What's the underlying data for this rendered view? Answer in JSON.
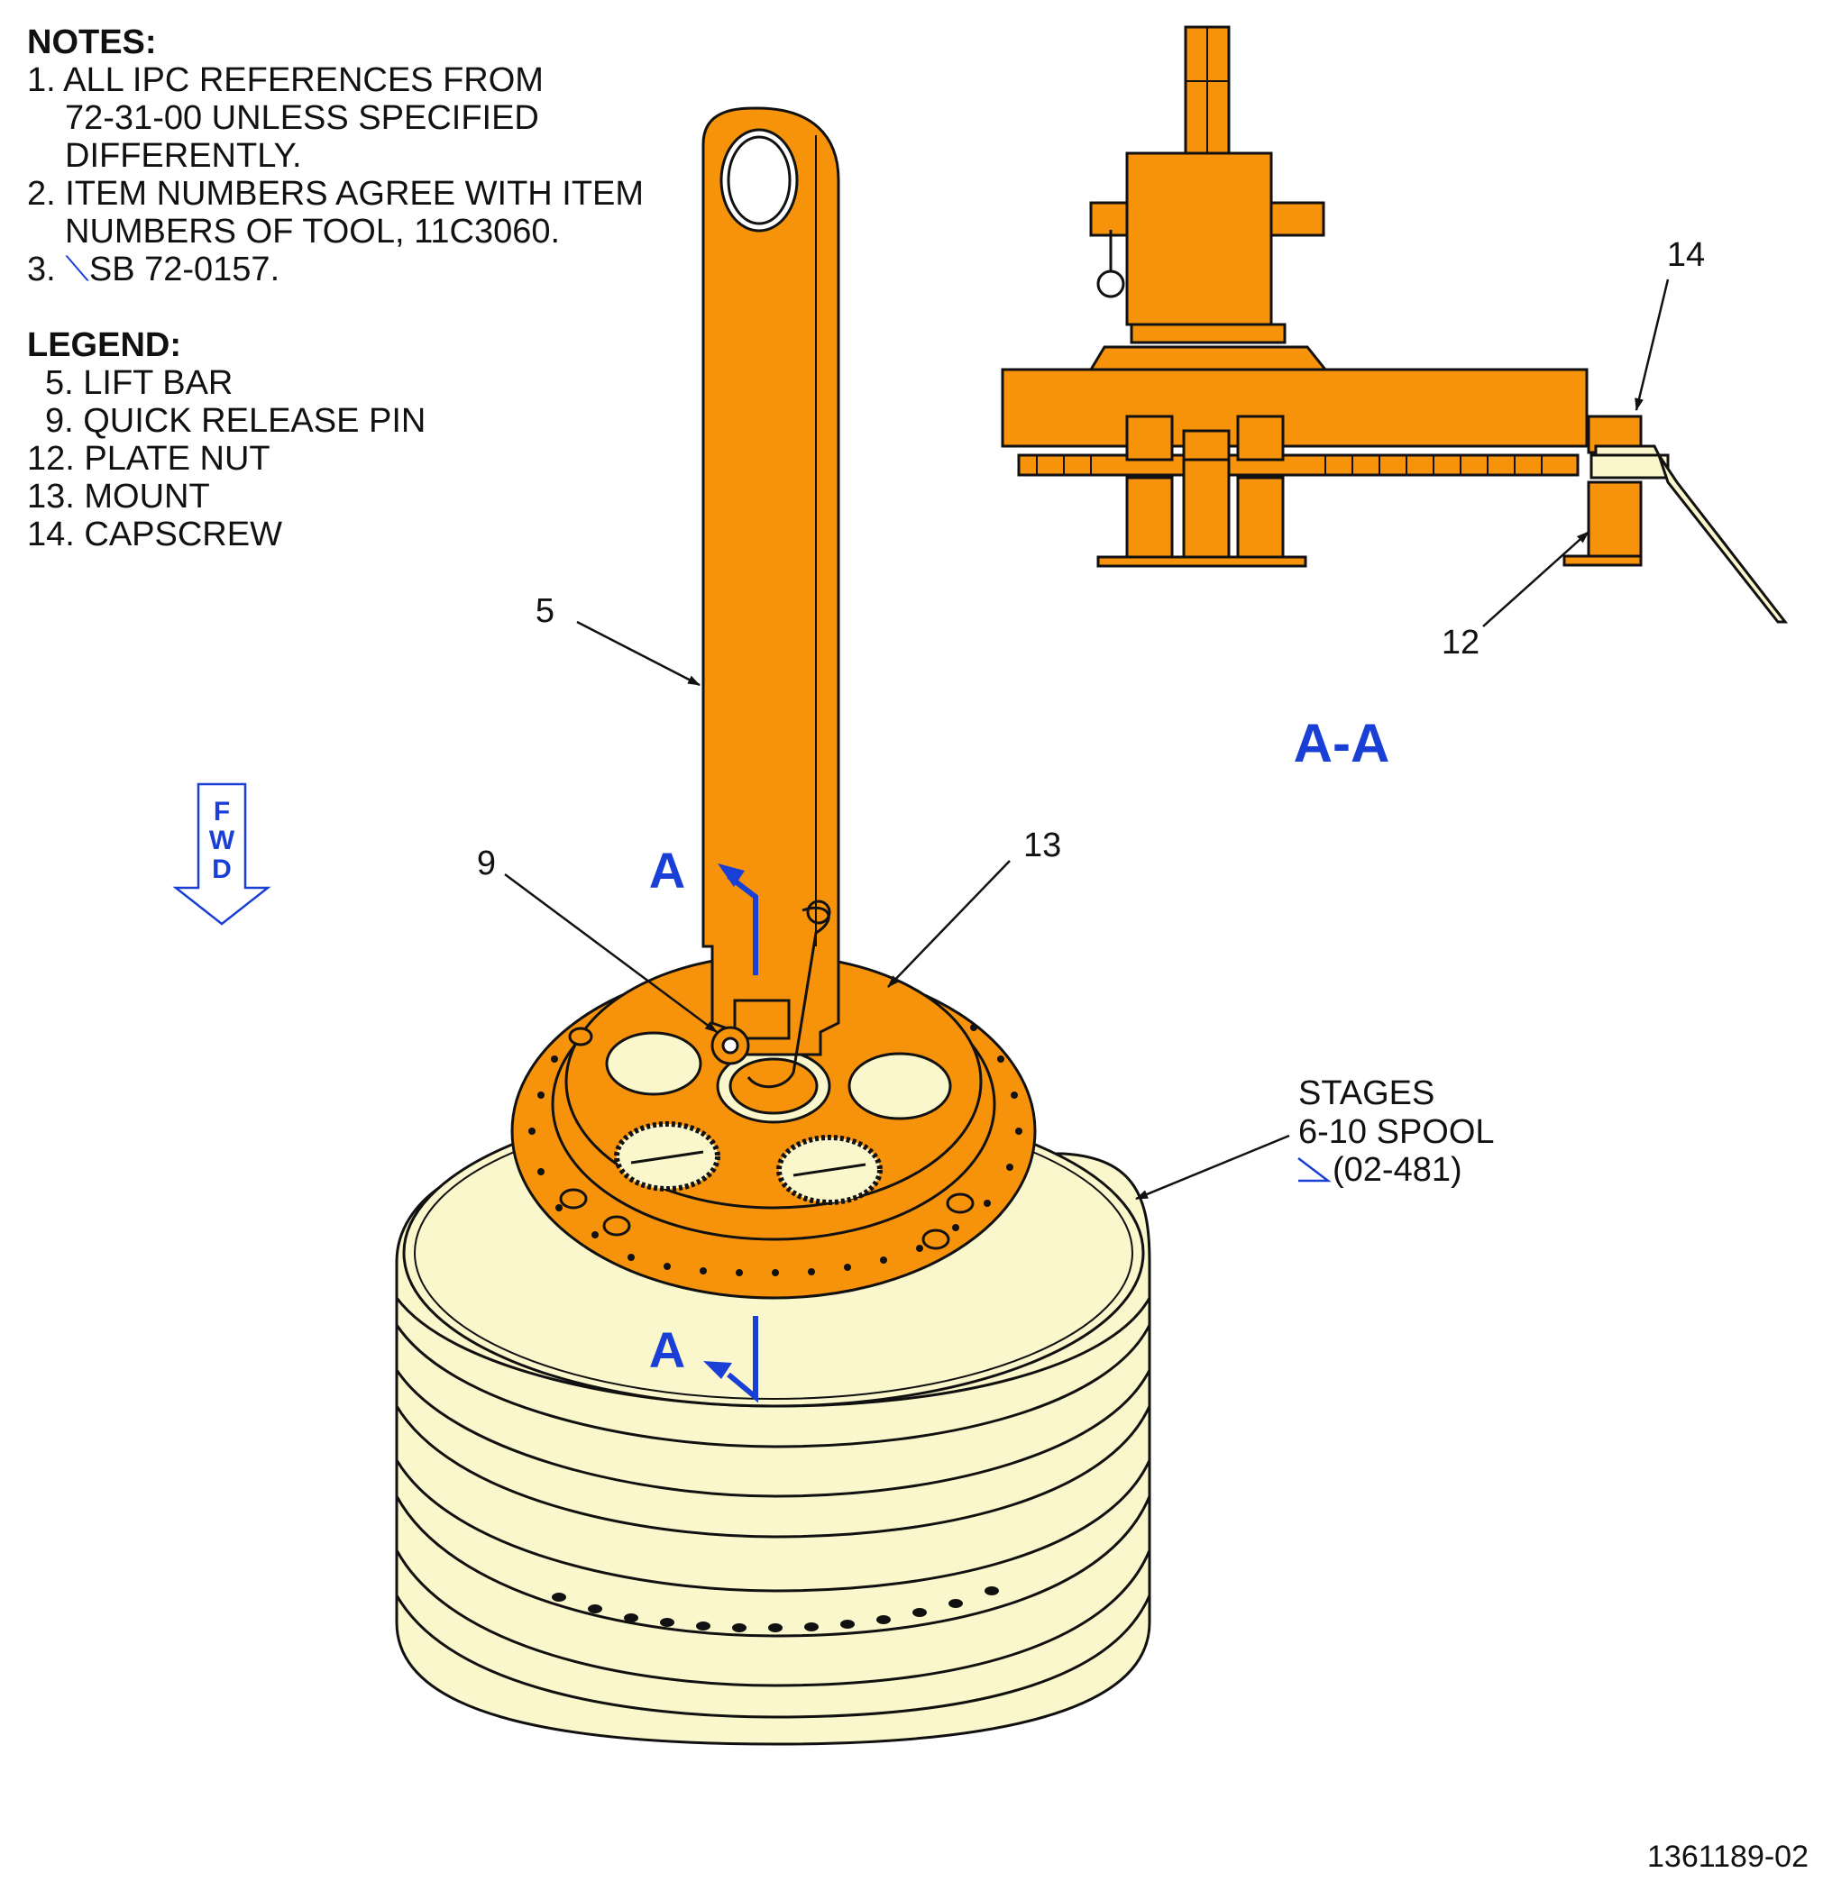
{
  "notes": {
    "header": "NOTES:",
    "lines": [
      "1. ALL IPC REFERENCES FROM",
      "72-31-00 UNLESS SPECIFIED",
      "DIFFERENTLY.",
      "2. ITEM NUMBERS AGREE WITH ITEM",
      "NUMBERS OF TOOL, 11C3060.",
      "3. ",
      "SB 72-0157."
    ]
  },
  "legend": {
    "header": "LEGEND:",
    "items": [
      "5. LIFT BAR",
      "9. QUICK RELEASE PIN",
      "12. PLATE NUT",
      "13. MOUNT",
      "14. CAPSCREW"
    ]
  },
  "callouts": {
    "c5": "5",
    "c9": "9",
    "c12": "12",
    "c13": "13",
    "c14": "14"
  },
  "section_view_label": "A-A",
  "section_markers": {
    "top": "A",
    "bottom": "A"
  },
  "fwd_letters": [
    "F",
    "W",
    "D"
  ],
  "spool_label": {
    "line1": "STAGES",
    "line2": "6-10 SPOOL",
    "line3": "(02-481)"
  },
  "figure_number": "1361189-02",
  "colors": {
    "tool": "#f7930a",
    "spool": "#fbf7cc",
    "marker": "#1a3fd6",
    "line": "#111111"
  }
}
